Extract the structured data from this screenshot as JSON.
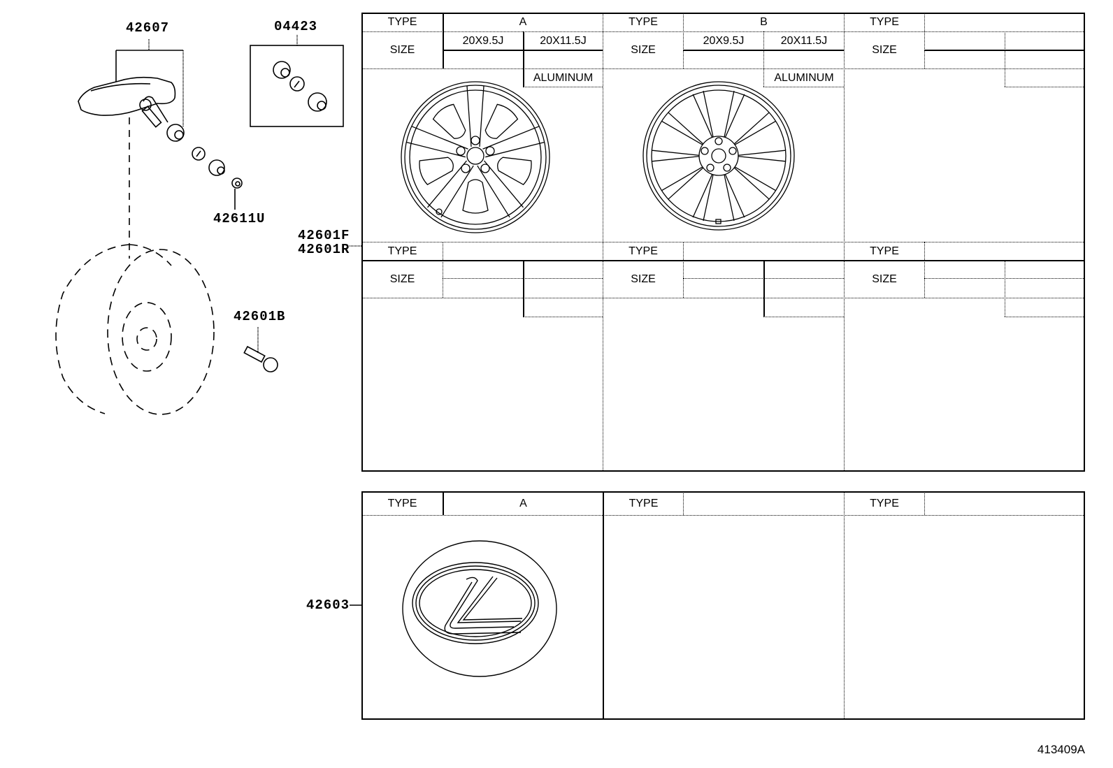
{
  "part_labels": {
    "tpms_sensor": "42607",
    "valve_kit": "04423",
    "valve_cap": "42611U",
    "wheel_front": "42601F",
    "wheel_rear": "42601R",
    "wheel_bolt": "42601B",
    "center_cap": "42603"
  },
  "wheel_table": {
    "type_label": "TYPE",
    "size_label": "SIZE",
    "row1": [
      {
        "type_value": "A",
        "sizes": [
          "20X9.5J",
          "20X11.5J"
        ],
        "material": "ALUMINUM",
        "image": "five-double-spoke-wheel"
      },
      {
        "type_value": "B",
        "sizes": [
          "20X9.5J",
          "20X11.5J"
        ],
        "material": "ALUMINUM",
        "image": "mesh-spoke-wheel"
      },
      {
        "type_value": "",
        "sizes": [
          "",
          ""
        ],
        "material": "",
        "image": ""
      }
    ],
    "row2": [
      {
        "type_value": "",
        "sizes": [
          "",
          ""
        ],
        "material": ""
      },
      {
        "type_value": "",
        "sizes": [
          "",
          ""
        ],
        "material": ""
      },
      {
        "type_value": "",
        "sizes": [
          "",
          ""
        ],
        "material": ""
      }
    ]
  },
  "cap_table": {
    "type_label": "TYPE",
    "cols": [
      {
        "type_value": "A",
        "image": "lexus-emblem-center-cap"
      },
      {
        "type_value": ""
      },
      {
        "type_value": ""
      }
    ]
  },
  "diagram_code": "413409A"
}
